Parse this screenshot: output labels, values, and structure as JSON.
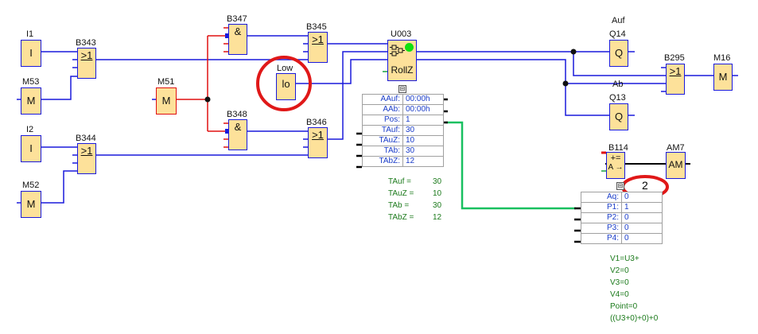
{
  "diagram": {
    "type": "function-block-diagram",
    "inputs": [
      {
        "id": "I1",
        "symbol": "I"
      },
      {
        "id": "I2",
        "symbol": "I"
      }
    ],
    "markers": [
      {
        "id": "M53",
        "symbol": "M"
      },
      {
        "id": "M52",
        "symbol": "M"
      },
      {
        "id": "M51",
        "symbol": "M"
      },
      {
        "id": "M16",
        "symbol": "M"
      }
    ],
    "gates": [
      {
        "id": "B343",
        "symbol": ">1"
      },
      {
        "id": "B344",
        "symbol": ">1"
      },
      {
        "id": "B347",
        "symbol": "&"
      },
      {
        "id": "B348",
        "symbol": "&"
      },
      {
        "id": "B345",
        "symbol": ">1"
      },
      {
        "id": "B346",
        "symbol": ">1"
      },
      {
        "id": "B295",
        "symbol": ">1"
      }
    ],
    "constant": {
      "id": "Low",
      "symbol": "lo"
    },
    "roll": {
      "id": "U003",
      "symbol": "RollZ",
      "collapse_glyph": "⊟",
      "params": [
        {
          "key": "AAuf:",
          "value": "00:00h"
        },
        {
          "key": "AAb:",
          "value": "00:00h"
        },
        {
          "key": "Pos:",
          "value": "1"
        },
        {
          "key": "TAuf:",
          "value": "30"
        },
        {
          "key": "TAuZ:",
          "value": "10"
        },
        {
          "key": "TAb:",
          "value": "30"
        },
        {
          "key": "TAbZ:",
          "value": "12"
        }
      ],
      "annotations": [
        {
          "key": "TAuf =",
          "value": "30"
        },
        {
          "key": "TAuZ =",
          "value": "10"
        },
        {
          "key": "TAb =",
          "value": "30"
        },
        {
          "key": "TAbZ =",
          "value": "12"
        }
      ]
    },
    "outputs": [
      {
        "id": "Q14",
        "symbol": "Q",
        "caption": "Auf"
      },
      {
        "id": "Q13",
        "symbol": "Q",
        "caption": "Ab"
      }
    ],
    "math": {
      "id": "B114",
      "symbol_line1": "+=",
      "symbol_line2": "A →",
      "collapse_glyph": "⊟",
      "circled_value": "2",
      "params": [
        {
          "key": "Aq:",
          "value": "0"
        },
        {
          "key": "P1:",
          "value": "1"
        },
        {
          "key": "P2:",
          "value": "0"
        },
        {
          "key": "P3:",
          "value": "0"
        },
        {
          "key": "P4:",
          "value": "0"
        }
      ],
      "annotations": [
        "V1=U3+",
        "V2=0",
        "V3=0",
        "V4=0",
        "Point=0",
        "((U3+0)+0)+0"
      ]
    },
    "analog_marker": {
      "id": "AM7",
      "symbol": "AM"
    },
    "colors": {
      "block_fill": "#fde19a",
      "wire_blue": "#1a1adc",
      "wire_red": "#e01010",
      "wire_green": "#18c060",
      "highlight_circle": "#e01818",
      "status_led": "#10e010"
    }
  }
}
